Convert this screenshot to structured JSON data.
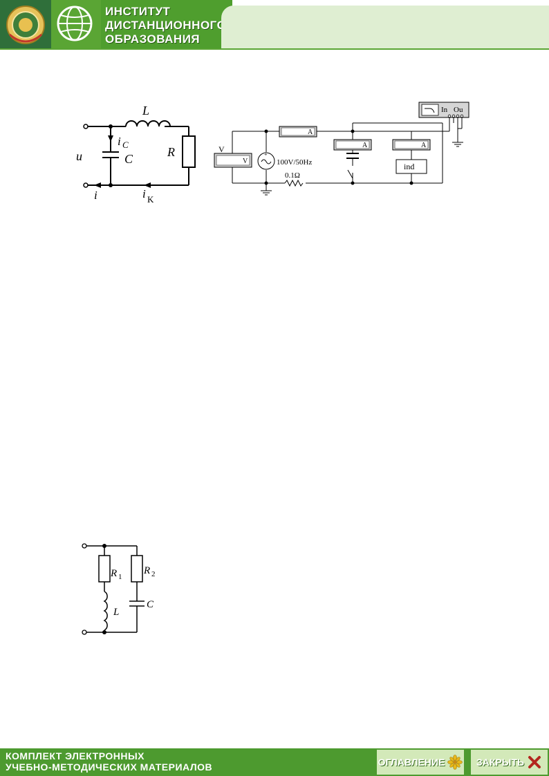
{
  "header": {
    "title_lines": [
      "ИНСТИТУТ",
      "ДИСТАНЦИОННОГО",
      "ОБРАЗОВАНИЯ"
    ]
  },
  "figure1": {
    "labels": {
      "L": "L",
      "R": "R",
      "u": "u",
      "iC": "i",
      "iC_sub": "C",
      "C": "C",
      "i": "i",
      "iK": "i",
      "iK_sub": "K"
    }
  },
  "figure2": {
    "voltmeter_label": "V",
    "voltmeter_unit": "V",
    "ammeter_unit": "A",
    "source_label": "100V/50Hz",
    "resistor_label": "0.1Ω",
    "inductor_box_label": "ind",
    "oscilloscope_in": "In",
    "oscilloscope_out": "Ou"
  },
  "figure3": {
    "labels": {
      "R1": "R",
      "R1_sub": "1",
      "R2": "R",
      "R2_sub": "2",
      "L": "L",
      "C": "C"
    }
  },
  "footer": {
    "lines": [
      "КОМПЛЕКТ ЭЛЕКТРОННЫХ",
      "УЧЕБНО-МЕТОДИЧЕСКИХ МАТЕРИАЛОВ"
    ],
    "contents_button": "ОГЛАВЛЕНИЕ",
    "close_button": "ЗАКРЫТЬ"
  },
  "colors": {
    "brand_green": "#4d9a2f",
    "light_green": "#dfeed2",
    "close_icon": "#b3261e",
    "contents_icon": "#e8b81a"
  }
}
